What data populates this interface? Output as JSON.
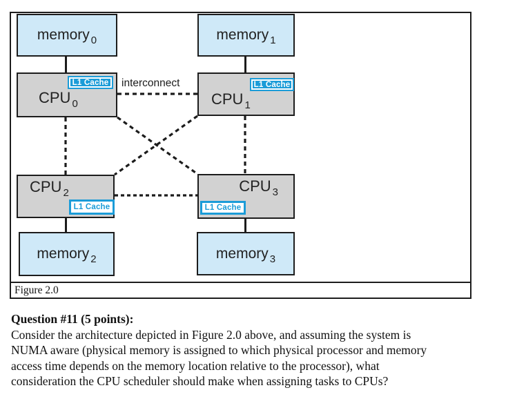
{
  "figure": {
    "caption": "Figure 2.0",
    "interconnect_label": "interconnect",
    "l1_cache_label": "L1 Cache",
    "memories": [
      {
        "label": "memory",
        "sub": "0"
      },
      {
        "label": "memory",
        "sub": "1"
      },
      {
        "label": "memory",
        "sub": "2"
      },
      {
        "label": "memory",
        "sub": "3"
      }
    ],
    "cpus": [
      {
        "label": "CPU",
        "sub": "0"
      },
      {
        "label": "CPU",
        "sub": "1"
      },
      {
        "label": "CPU",
        "sub": "2"
      },
      {
        "label": "CPU",
        "sub": "3"
      }
    ],
    "colors": {
      "memory_fill": "#cfe9f8",
      "cpu_fill": "#d2d2d2",
      "cache_blue": "#1b9cd8",
      "line": "#1c1c1c"
    }
  },
  "question": {
    "heading": "Question #11 (5 points):",
    "lines": [
      "Consider the architecture depicted in Figure 2.0 above, and assuming the system is",
      "NUMA aware (physical memory is assigned to which physical processor and memory",
      "access time depends on the memory location relative to the processor), what",
      "consideration the CPU scheduler should make when assigning tasks to CPUs?"
    ]
  }
}
